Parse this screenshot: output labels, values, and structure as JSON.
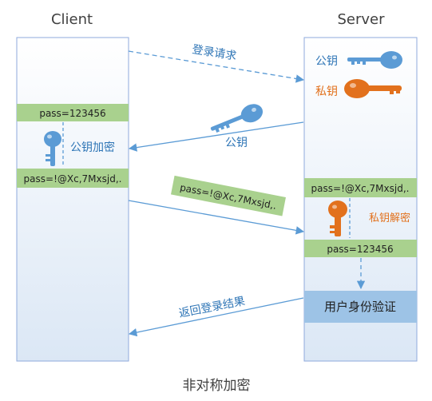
{
  "client": {
    "title": "Client"
  },
  "server": {
    "title": "Server",
    "public_key_label": "公钥",
    "private_key_label": "私钥"
  },
  "flow": {
    "login_request": "登录请求",
    "public_key": "公钥",
    "public_key_encrypt": "公钥加密",
    "private_key_decrypt": "私钥解密",
    "return_result": "返回登录结果"
  },
  "client_boxes": {
    "plain_password": "pass=123456",
    "encrypted_password": "pass=!@Xc,7Mxsjd,."
  },
  "transfer_label": "pass=!@Xc,7Mxsjd,.",
  "server_boxes": {
    "encrypted_password": "pass=!@Xc,7Mxsjd,.",
    "plain_password": "pass=123456",
    "auth": "用户身份验证"
  },
  "caption": "非对称加密",
  "colors": {
    "green_box": "#a9d18e",
    "blue_key": "#5b9bd5",
    "orange_key": "#e2711d",
    "arrow_blue": "#5b9bd5",
    "auth_box": "#9dc3e6",
    "column_border": "#8faadc",
    "text_blue": "#2e75b6",
    "text_orange": "#e2711d"
  }
}
